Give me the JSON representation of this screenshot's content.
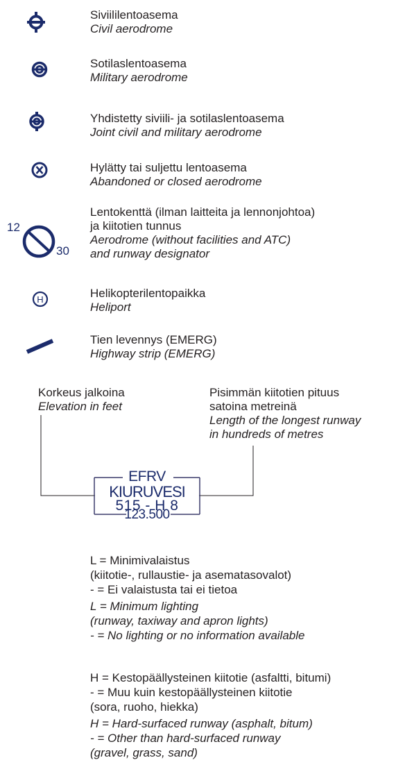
{
  "colors": {
    "symbol": "#1b2b6b",
    "text": "#231f20"
  },
  "legend": [
    {
      "icon": "civil-aerodrome-icon",
      "fi": "Siviililentoasema",
      "en": "Civil aerodrome"
    },
    {
      "icon": "military-aerodrome-icon",
      "fi": "Sotilaslentoasema",
      "en": "Military aerodrome"
    },
    {
      "icon": "joint-aerodrome-icon",
      "fi": "Yhdistetty siviili- ja sotilaslentoasema",
      "en": "Joint civil and military aerodrome"
    },
    {
      "icon": "abandoned-aerodrome-icon",
      "fi": "Hylätty tai suljettu lentoasema",
      "en": "Abandoned or closed aerodrome"
    },
    {
      "icon": "airfield-icon",
      "fi": "Lentokenttä (ilman laitteita ja lennonjohtoa)",
      "fi2": "ja kiitotien tunnus",
      "en": "Aerodrome (without facilities and ATC)",
      "en2": "and runway designator",
      "rwy_a": "12",
      "rwy_b": "30"
    },
    {
      "icon": "heliport-icon",
      "fi": "Helikopterilentopaikka",
      "en": "Heliport",
      "symbol_letter": "H"
    },
    {
      "icon": "highway-strip-icon",
      "fi": "Tien levennys (EMERG)",
      "en": "Highway strip (EMERG)"
    }
  ],
  "example": {
    "elevation_fi": "Korkeus jalkoina",
    "elevation_en": "Elevation in feet",
    "runway_fi1": "Pisimmän kiitotien pituus",
    "runway_fi2": "satoina metreinä",
    "runway_en1": "Length of the longest runway",
    "runway_en2": "in hundreds of metres",
    "code": "EFRV",
    "name": "KIURUVESI",
    "info_line": "515 - H 8",
    "frequency": "123.500"
  },
  "lighting": {
    "fi1": "L = Minimivalaistus",
    "fi2": "(kiitotie-, rullaustie- ja asematasovalot)",
    "fi3": "- = Ei valaistusta tai ei tietoa",
    "en1": "L = Minimum lighting",
    "en2": "(runway, taxiway and apron lights)",
    "en3": "- = No lighting or no information available"
  },
  "surface": {
    "fi1": "H = Kestopäällysteinen kiitotie (asfaltti, bitumi)",
    "fi2": "- = Muu kuin kestopäällysteinen kiitotie",
    "fi3": "(sora, ruoho, hiekka)",
    "en1": "H = Hard-surfaced runway (asphalt, bitum)",
    "en2": "- = Other than hard-surfaced runway",
    "en3": "(gravel, grass, sand)"
  }
}
